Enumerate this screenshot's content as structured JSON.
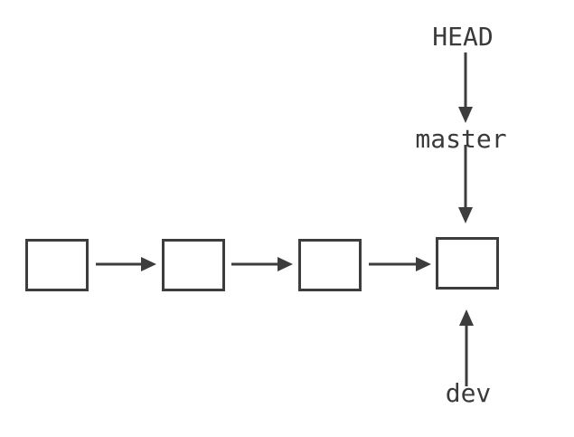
{
  "diagram": {
    "type": "git-commit-graph",
    "background_color": "#ffffff",
    "line_color": "#3d3d3d",
    "text_color": "#3a3a3a",
    "labels": {
      "head": "HEAD",
      "master": "master",
      "dev": "dev"
    },
    "nodes": [
      {
        "id": "commit-1",
        "text": ""
      },
      {
        "id": "commit-2",
        "text": ""
      },
      {
        "id": "commit-3",
        "text": ""
      },
      {
        "id": "commit-4",
        "text": ""
      }
    ],
    "edges": [
      {
        "from": "commit-1",
        "to": "commit-2",
        "direction": "right"
      },
      {
        "from": "commit-2",
        "to": "commit-3",
        "direction": "right"
      },
      {
        "from": "commit-3",
        "to": "commit-4",
        "direction": "right"
      },
      {
        "from": "HEAD",
        "to": "master",
        "direction": "down"
      },
      {
        "from": "master",
        "to": "commit-4",
        "direction": "down"
      },
      {
        "from": "dev",
        "to": "commit-4",
        "direction": "up"
      }
    ]
  }
}
